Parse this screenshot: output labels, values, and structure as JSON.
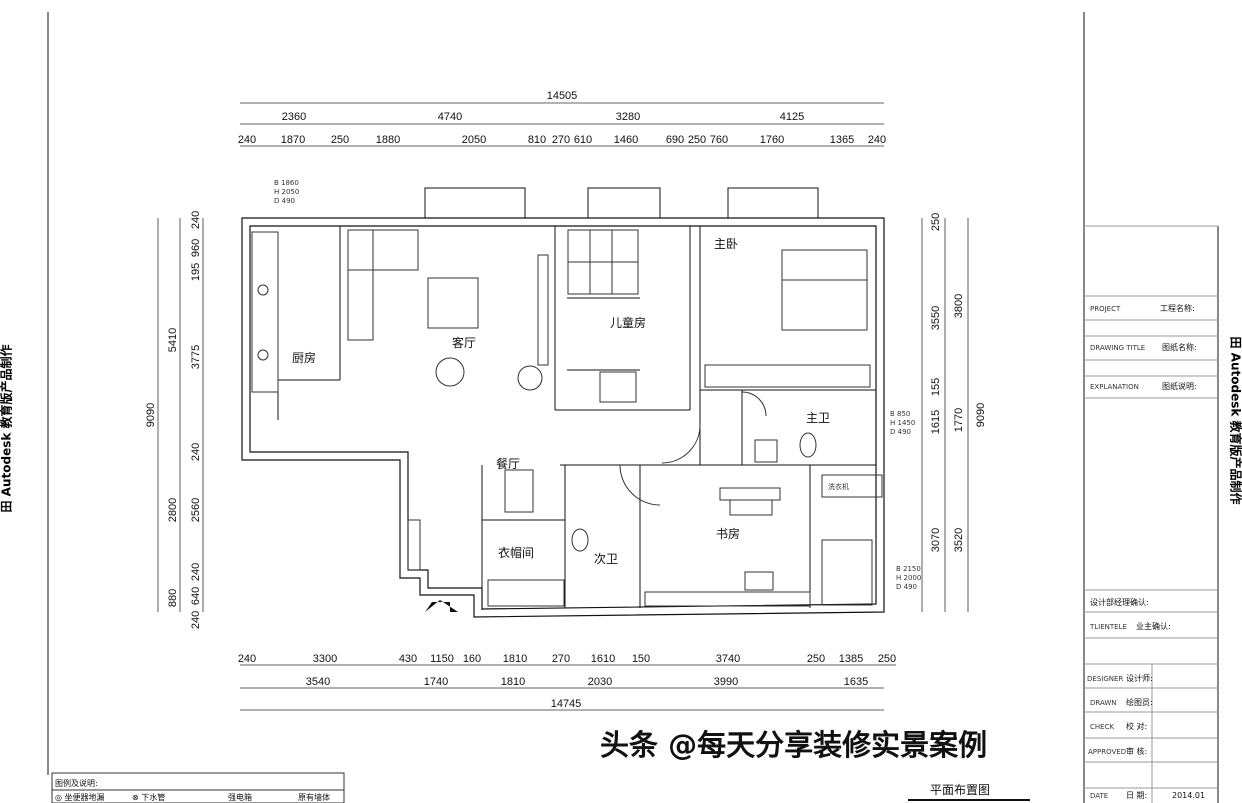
{
  "drawing_title": "平面布置图",
  "watermark": "头条 @每天分享装修实景案例",
  "edu_stamp": "田 Autodesk 教育版产品制作",
  "rooms": {
    "kitchen": "厨房",
    "living": "客厅",
    "kids": "儿童房",
    "master": "主卧",
    "master_bath": "主卫",
    "dining": "餐厅",
    "closet": "衣帽间",
    "second_bath": "次卫",
    "study": "书房"
  },
  "appliances": {
    "washer": "洗衣机"
  },
  "windows": [
    {
      "b": "B 1860",
      "h": "H 2050",
      "d": "D 490"
    },
    {
      "b": "B 850",
      "h": "H 1450",
      "d": "D 490"
    },
    {
      "b": "B 2150",
      "h": "H 2000",
      "d": "D 490"
    }
  ],
  "dims_top": {
    "total": "14505",
    "row2": [
      "2360",
      "4740",
      "3280",
      "4125"
    ],
    "row3": [
      "240",
      "1870",
      "250",
      "1880",
      "2050",
      "810",
      "270",
      "610",
      "1460",
      "690",
      "250",
      "760",
      "1760",
      "1365",
      "240"
    ]
  },
  "dims_bottom": {
    "row1": [
      "240",
      "3300",
      "430",
      "1150",
      "160",
      "1810",
      "270",
      "1610",
      "150",
      "3740",
      "250",
      "1385",
      "250"
    ],
    "row2": [
      "3540",
      "1740",
      "1810",
      "2030",
      "3990",
      "1635"
    ],
    "total": "14745"
  },
  "dims_left": {
    "inner": [
      "240",
      "960",
      "195",
      "3775",
      "240",
      "2560",
      "240",
      "640",
      "240"
    ],
    "mid": [
      "5410",
      "2800",
      "880"
    ],
    "total": "9090"
  },
  "dims_right": {
    "inner": [
      "250",
      "3550",
      "155",
      "1615",
      "3070"
    ],
    "mid": [
      "3800",
      "1770",
      "3520"
    ],
    "total": "9090"
  },
  "title_block": {
    "project_en": "PROJECT",
    "project_cn": "工程名称:",
    "drawing_en": "DRAWING TITLE",
    "drawing_cn": "图纸名称:",
    "explain_en": "EXPLANATION",
    "explain_cn": "图纸说明:",
    "manager": "设计部经理确认:",
    "client_en": "TLIENTELE",
    "client_cn": "业主确认:",
    "designer_en": "DESIGNER",
    "designer_cn": "设计师:",
    "drawn_en": "DRAWN",
    "drawn_cn": "绘图员:",
    "check_en": "CHECK",
    "check_cn": "校 对:",
    "approved_en": "APPROVED",
    "approved_cn": "审 核:",
    "date_en": "DATE",
    "date_cn": "日 期:",
    "date": "2014.01"
  },
  "legend": {
    "title": "图例及说明:",
    "items": [
      "◎ 坐便器地漏",
      "⊗ 下水管",
      "强电箱",
      "原有墙体"
    ]
  }
}
